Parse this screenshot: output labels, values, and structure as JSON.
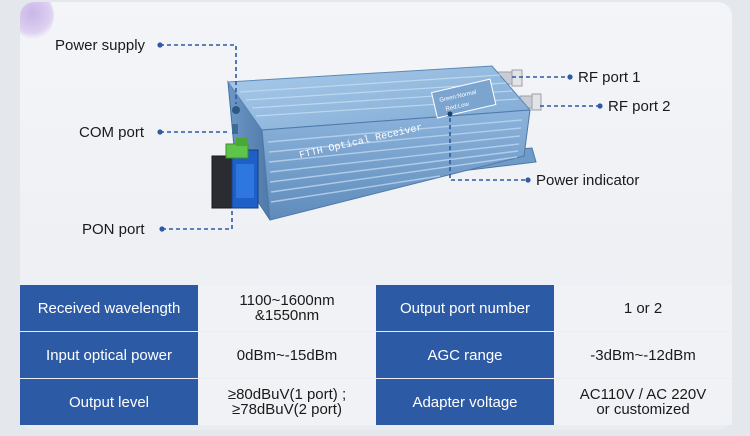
{
  "device": {
    "front_text": "FTTH Optical Receiver",
    "panel_line1": "Green:Normal",
    "panel_line2": "Red:Low"
  },
  "callouts": {
    "power_supply": "Power supply",
    "com_port": "COM port",
    "pon_port": "PON port",
    "rf_port_1": "RF port 1",
    "rf_port_2": "RF port 2",
    "power_indicator": "Power indicator"
  },
  "specs": [
    {
      "label": "Received wavelength",
      "value_lines": [
        "1100~1600nm",
        "&1550nm"
      ]
    },
    {
      "label": "Output port number",
      "value_lines": [
        "1 or 2"
      ]
    },
    {
      "label": "Input optical power",
      "value_lines": [
        "0dBm~-15dBm"
      ]
    },
    {
      "label": "AGC range",
      "value_lines": [
        "-3dBm~-12dBm"
      ]
    },
    {
      "label": "Output level",
      "value_lines": [
        "≥80dBuV(1 port) ;",
        "≥78dBuV(2 port)"
      ]
    },
    {
      "label": "Adapter voltage",
      "value_lines": [
        "AC110V / AC 220V",
        "or customized"
      ]
    }
  ],
  "colors": {
    "header_blue": "#2d5aa5",
    "callout_blue": "#2d5aa5",
    "device_blue": "#8fb8dd",
    "connector_blue": "#1f5fc8",
    "connector_green": "#5fc44a"
  }
}
